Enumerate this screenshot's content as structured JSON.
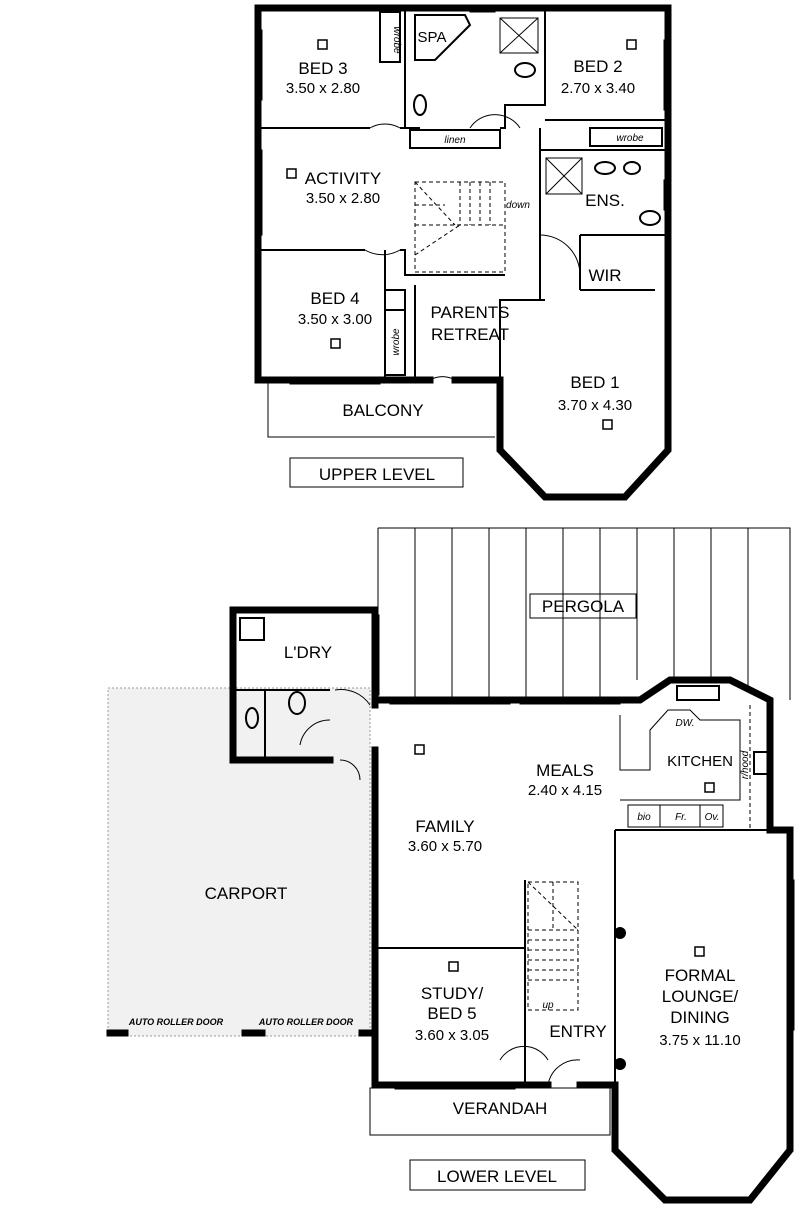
{
  "upper": {
    "title": "UPPER LEVEL",
    "bed3": {
      "name": "BED 3",
      "dims": "3.50 x 2.80"
    },
    "bed2": {
      "name": "BED 2",
      "dims": "2.70 x 3.40"
    },
    "activity": {
      "name": "ACTIVITY",
      "dims": "3.50 x 2.80"
    },
    "bed4": {
      "name": "BED 4",
      "dims": "3.50 x 3.00"
    },
    "bed1": {
      "name": "BED 1",
      "dims": "3.70 x 4.30"
    },
    "parents": {
      "line1": "PARENTS",
      "line2": "RETREAT"
    },
    "spa": "SPA",
    "linen": "linen",
    "wrobe": "wrobe",
    "ens": "ENS.",
    "wir": "WIR",
    "down": "down",
    "balcony": "BALCONY"
  },
  "lower": {
    "title": "LOWER LEVEL",
    "pergola": "PERGOLA",
    "laundry": "L'DRY",
    "carport": "CARPORT",
    "roller_door": "AUTO ROLLER DOOR",
    "family": {
      "name": "FAMILY",
      "dims": "3.60 x 5.70"
    },
    "meals": {
      "name": "MEALS",
      "dims": "2.40 x 4.15"
    },
    "kitchen": "KITCHEN",
    "dw": "DW.",
    "bio": "bio",
    "fr": "Fr.",
    "ov": "Ov.",
    "rhood": "r/hood",
    "study": {
      "line1": "STUDY/",
      "line2": "BED 5",
      "dims": "3.60 x 3.05"
    },
    "up": "up",
    "entry": "ENTRY",
    "lounge": {
      "line1": "FORMAL",
      "line2": "LOUNGE/",
      "line3": "DINING",
      "dims": "3.75 x 11.10"
    },
    "verandah": "VERANDAH"
  }
}
